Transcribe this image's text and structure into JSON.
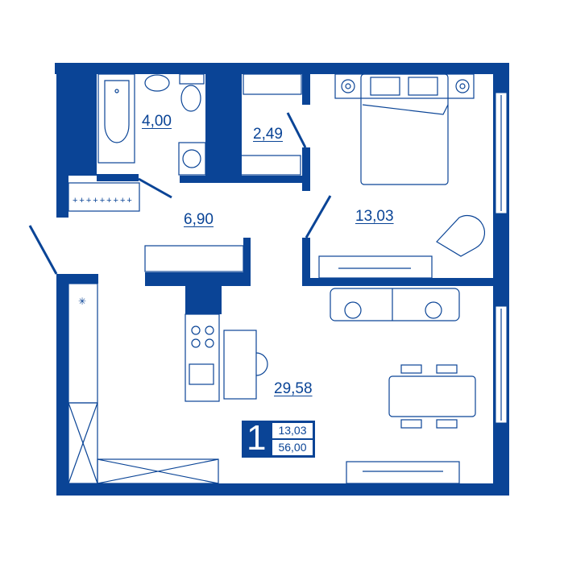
{
  "plan": {
    "rooms": [
      {
        "name": "bathroom",
        "area": "4,00"
      },
      {
        "name": "closet",
        "area": "2,49"
      },
      {
        "name": "hallway",
        "area": "6,90"
      },
      {
        "name": "bedroom",
        "area": "13,03"
      },
      {
        "name": "living-kitchen",
        "area": "29,58"
      }
    ],
    "badge": {
      "rooms": "1",
      "living_area": "13,03",
      "total_area": "56,00"
    },
    "color": "#0a4496"
  }
}
